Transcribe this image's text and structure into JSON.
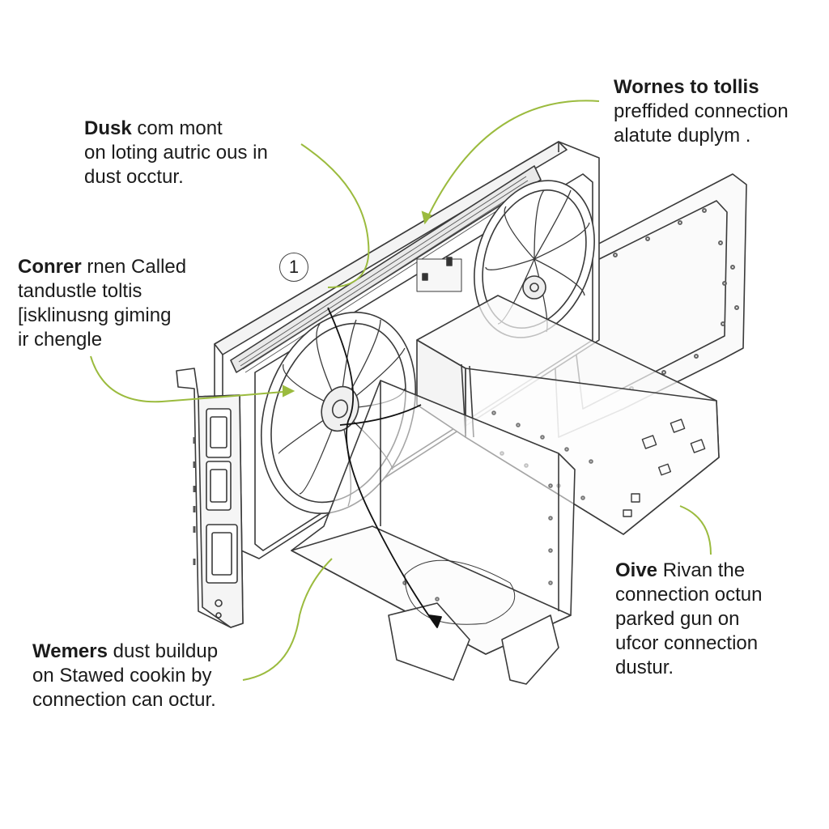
{
  "colors": {
    "leader": "#9bbb3e",
    "ink": "#3a3a3a",
    "background": "#ffffff"
  },
  "marker": "1",
  "labels": {
    "top_left": {
      "bold": "Dusk",
      "rest": " com mont",
      "line2": "on loting autric ous in",
      "line3": "dust occtur."
    },
    "mid_left": {
      "bold": "Conrer",
      "rest": " rnen Called",
      "line2": "tandustle toltis",
      "line3": "[isklinusng giming",
      "line4": "ir chengle"
    },
    "top_right": {
      "bold": "Wornes to tollis",
      "line2": "preffided connection",
      "line3": "alatute duplym ."
    },
    "bottom_right": {
      "bold": "Oive",
      "rest": " Rivan the",
      "line2": "connection octun",
      "line3": "parked gun on",
      "line4": "ufcor connection",
      "line5": "dustur."
    },
    "bottom_left": {
      "bold": "Wemers",
      "rest": " dust buildup",
      "line2": "on Stawed cookin by",
      "line3": "connection can octur."
    }
  }
}
